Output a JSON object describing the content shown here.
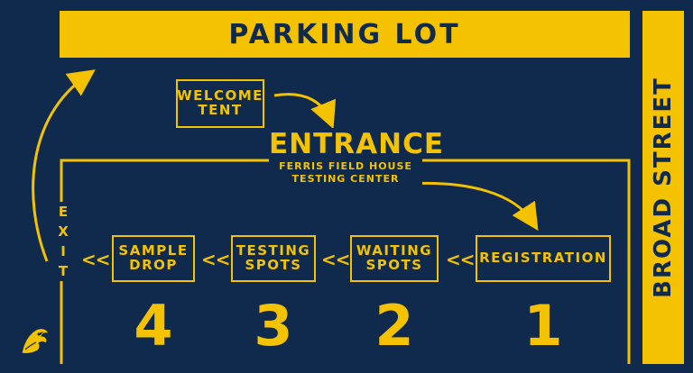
{
  "banner": {
    "title": "PARKING LOT"
  },
  "street": {
    "label": "BROAD STREET"
  },
  "welcome": {
    "line1": "WELCOME",
    "line2": "TENT"
  },
  "entrance": {
    "title": "ENTRANCE",
    "sub1": "FERRIS FIELD HOUSE",
    "sub2": "TESTING CENTER"
  },
  "exit": {
    "letters": [
      "E",
      "X",
      "I",
      "T"
    ]
  },
  "stations": [
    {
      "line1": "SAMPLE",
      "line2": "DROP",
      "number": "4"
    },
    {
      "line1": "TESTING",
      "line2": "SPOTS",
      "number": "3"
    },
    {
      "line1": "WAITING",
      "line2": "SPOTS",
      "number": "2"
    },
    {
      "line1": "REGISTRATION",
      "line2": "",
      "number": "1"
    }
  ],
  "flow_marker": "<<",
  "colors": {
    "background": "#0f2a4c",
    "accent": "#f5c200"
  },
  "icons": {
    "mascot": "eagle-mascot-icon"
  }
}
